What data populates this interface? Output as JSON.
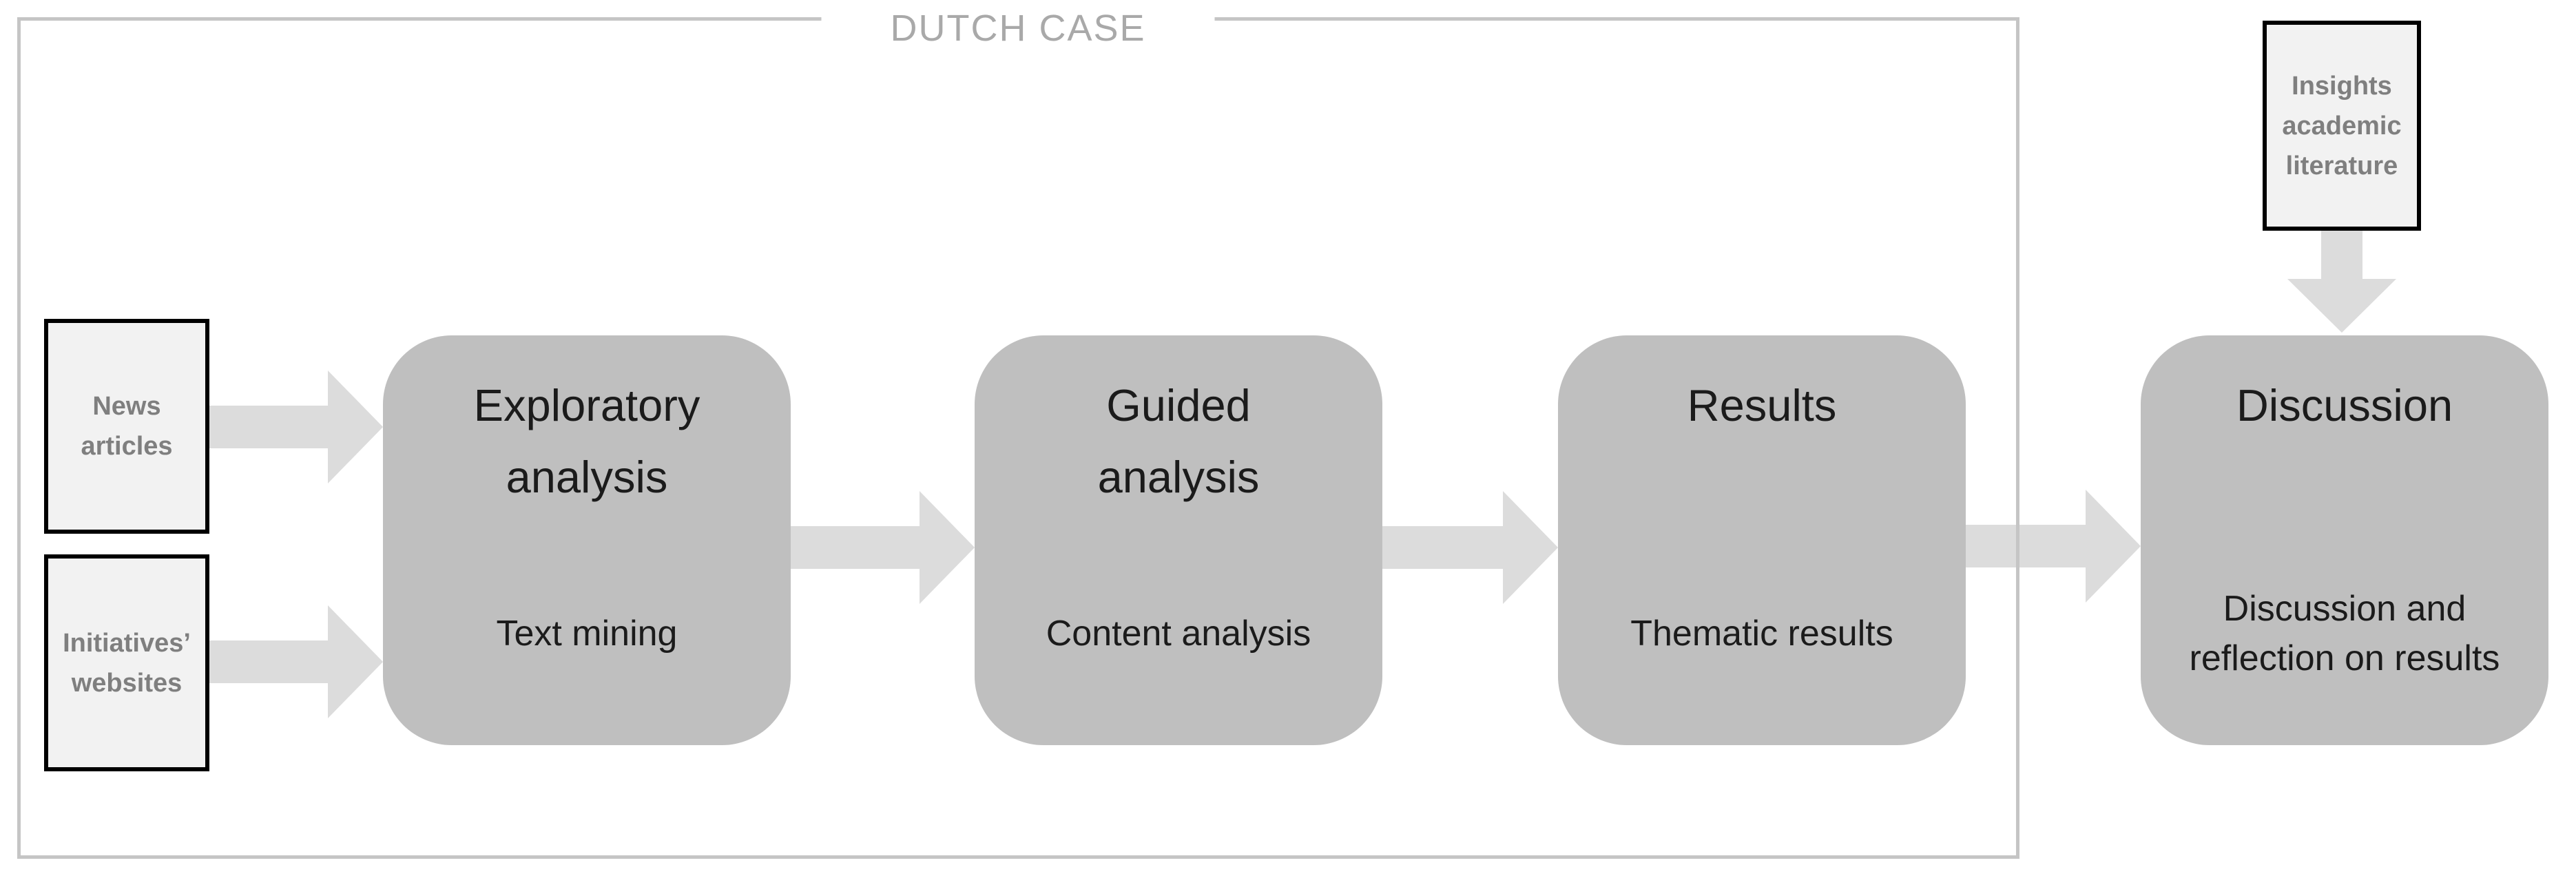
{
  "figure": {
    "group_label": "DUTCH CASE",
    "inputs": {
      "news": {
        "label": "News\narticles"
      },
      "websites": {
        "label": "Initiatives’\nwebsites"
      },
      "insights": {
        "label": "Insights\nacademic\nliterature"
      }
    },
    "stages": [
      {
        "title": "Exploratory\nanalysis",
        "subtitle": "Text mining"
      },
      {
        "title": "Guided\nanalysis",
        "subtitle": "Content analysis"
      },
      {
        "title": "Results",
        "subtitle": "Thematic results"
      },
      {
        "title": "Discussion",
        "subtitle": "Discussion and\nreflection on results"
      }
    ],
    "colors": {
      "stage_fill": "#bfbfbf",
      "arrow_fill": "#dcdcdc",
      "source_fill": "#f2f2f2",
      "source_border": "#000000",
      "source_text": "#7f7f7f",
      "stage_text": "#1b1b1b",
      "group_border": "#c5c5c5",
      "group_label_text": "#a9a9a9"
    }
  }
}
